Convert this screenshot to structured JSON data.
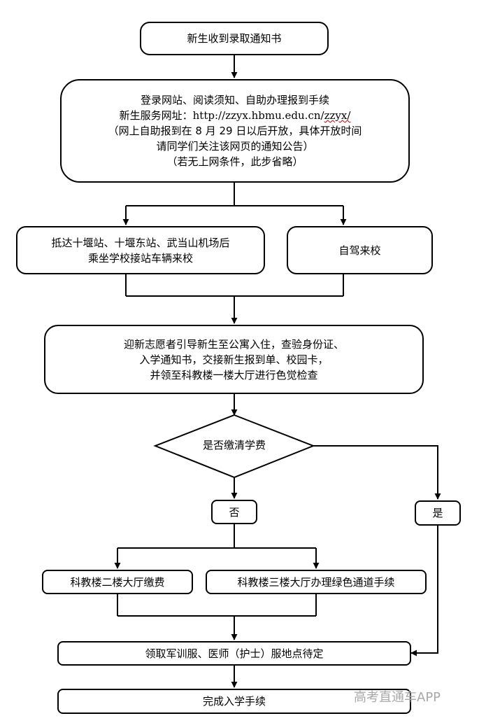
{
  "steps": {
    "receive_notice": "新生收到录取通知书",
    "online": {
      "line1": "登录网站、阅读须知、自助办理报到手续",
      "line2_prefix": "新生服务网址：",
      "line2_url_main": "http://zzyx.hbmu.edu.cn/",
      "line2_url_tail": "zzyx/",
      "line3": "（网上自助报到在 8 月 29 日以后开放，具体开放时间",
      "line4": "请同学们关注该网页的通知公告）",
      "line5": "（若无上网条件，此步省略）"
    },
    "arrive_station": {
      "line1": "抵达十堰站、十堰东站、武当山机场后",
      "line2": "乘坐学校接站车辆来校"
    },
    "self_drive": "自驾来校",
    "volunteer": {
      "line1": "迎新志愿者引导新生至公寓入住，查验身份证、",
      "line2": "入学通知书，交接新生报到单、校园卡，",
      "line3": "并领至科教楼一楼大厅进行色觉检查"
    },
    "decision": "是否缴清学费",
    "no_label": "否",
    "yes_label": "是",
    "pay_fee": "科教楼二楼大厅缴费",
    "green_channel": "科教楼三楼大厅办理绿色通道手续",
    "uniform": "领取军训服、医师（护士）服地点待定",
    "complete": "完成入学手续"
  },
  "watermark": "高考直通车APP"
}
